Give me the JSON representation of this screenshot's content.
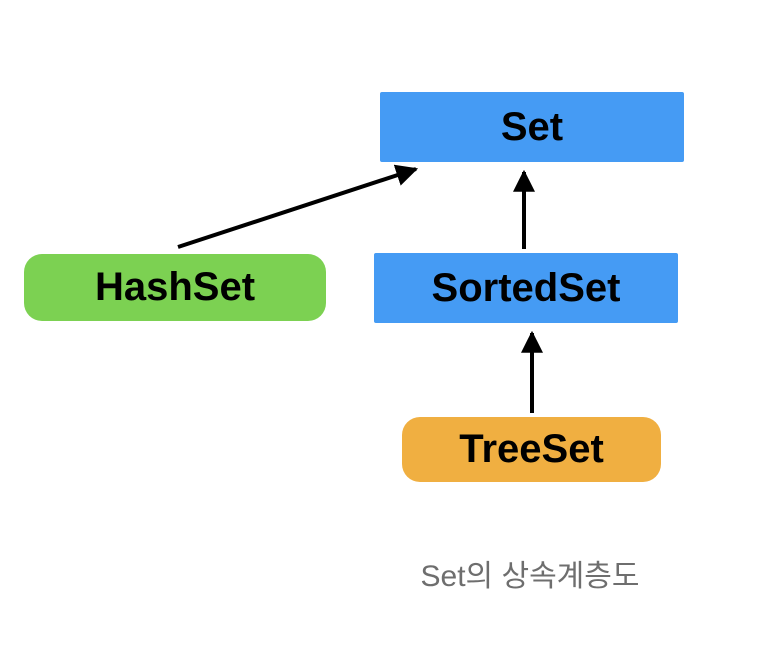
{
  "diagram": {
    "title_caption": "Set의 상속계층도",
    "nodes": [
      {
        "id": "set",
        "label": "Set",
        "shape": "rectangle",
        "fill": "#459BF4"
      },
      {
        "id": "hashset",
        "label": "HashSet",
        "shape": "rounded-rectangle",
        "fill": "#7CD152"
      },
      {
        "id": "sortedset",
        "label": "SortedSet",
        "shape": "rectangle",
        "fill": "#459BF4"
      },
      {
        "id": "treeset",
        "label": "TreeSet",
        "shape": "rounded-rectangle",
        "fill": "#F0AF41"
      }
    ],
    "edges": [
      {
        "from": "hashset",
        "to": "set",
        "style": "arrow"
      },
      {
        "from": "sortedset",
        "to": "set",
        "style": "arrow"
      },
      {
        "from": "treeset",
        "to": "sortedset",
        "style": "arrow"
      }
    ],
    "colors": {
      "node_text": "#000000",
      "arrow": "#000000",
      "caption_text": "#6e6e6e",
      "background": "#ffffff"
    }
  }
}
